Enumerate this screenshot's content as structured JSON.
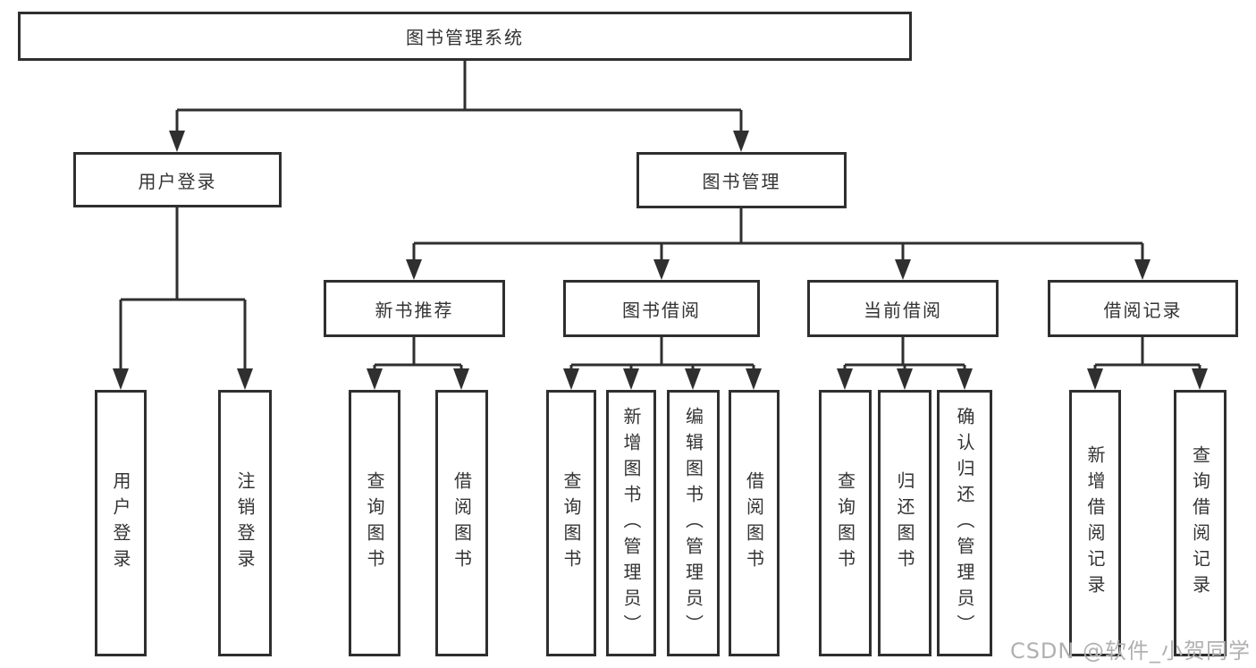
{
  "tree": {
    "root": {
      "label": "图书管理系统"
    },
    "branches": [
      {
        "label": "用户登录",
        "children": [
          {
            "label": "用户登录"
          },
          {
            "label": "注销登录"
          }
        ]
      },
      {
        "label": "图书管理",
        "children": [
          {
            "label": "新书推荐",
            "children": [
              {
                "label": "查询图书"
              },
              {
                "label": "借阅图书"
              }
            ]
          },
          {
            "label": "图书借阅",
            "children": [
              {
                "label": "查询图书"
              },
              {
                "label": "新增图书（管理员）"
              },
              {
                "label": "编辑图书（管理员）"
              },
              {
                "label": "借阅图书"
              }
            ]
          },
          {
            "label": "当前借阅",
            "children": [
              {
                "label": "查询图书"
              },
              {
                "label": "归还图书"
              },
              {
                "label": "确认归还（管理员）"
              }
            ]
          },
          {
            "label": "借阅记录",
            "children": [
              {
                "label": "新增借阅记录"
              },
              {
                "label": "查询借阅记录"
              }
            ]
          }
        ]
      }
    ]
  },
  "watermark": {
    "text": "CSDN @软件_小贺同学"
  },
  "colors": {
    "line": "#2f2f2f",
    "border": "#2f2f2f",
    "text": "#333333",
    "watermark": "#b0b0b0",
    "background": "#ffffff"
  }
}
